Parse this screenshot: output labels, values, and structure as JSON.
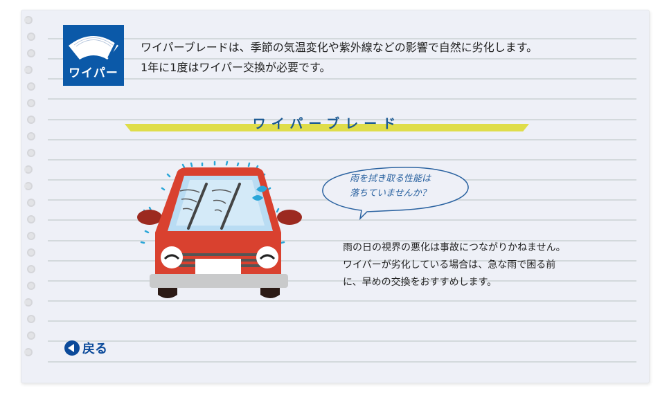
{
  "logo": {
    "label": "ワイパー",
    "icon": "wiper-icon",
    "bg_color": "#0b59a8"
  },
  "intro": {
    "line1": "ワイパーブレードは、季節の気温変化や紫外線などの影響で自然に劣化します。",
    "line2": "1年に1度はワイパー交換が必要です。"
  },
  "section": {
    "title": "ワイパーブレード",
    "title_color": "#1c5a93",
    "highlight_color": "#dfdd4a"
  },
  "illustration": {
    "name": "red-car-with-worn-wipers",
    "body_color": "#d9412f"
  },
  "bubble": {
    "line1": "雨を拭き取る性能は",
    "line2": "落ちていませんか？"
  },
  "body": {
    "line1": "雨の日の視界の悪化は事故につながりかねません。",
    "line2": "ワイパーが劣化している場合は、急な雨で困る前",
    "line3": "に、早めの交換をおすすめします。"
  },
  "nav": {
    "back_label": "戻る",
    "back_icon": "arrow-left-circle-icon"
  }
}
